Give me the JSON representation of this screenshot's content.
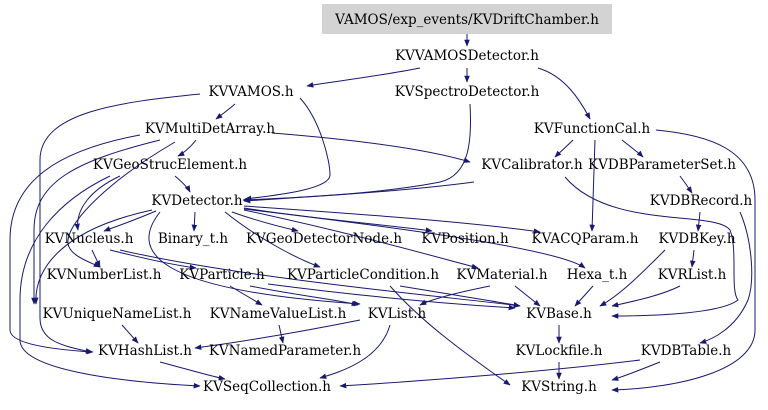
{
  "colors": {
    "root_fill": "#d3d3d3",
    "edge": "#191970",
    "text": "#000000",
    "background": "#ffffff"
  },
  "nodes": {
    "root": "VAMOS/exp_events/KVDriftChamber.h",
    "vamos_detector": "KVVAMOSDetector.h",
    "vvamos": "KVVAMOS.h",
    "spectro": "KVSpectroDetector.h",
    "multidet": "KVMultiDetArray.h",
    "functioncal": "KVFunctionCal.h",
    "geostruc": "KVGeoStrucElement.h",
    "calibrator": "KVCalibrator.h",
    "dbparamset": "KVDBParameterSet.h",
    "detector": "KVDetector.h",
    "dbrecord": "KVDBRecord.h",
    "nucleus": "KVNucleus.h",
    "binary": "Binary_t.h",
    "geodetnode": "KVGeoDetectorNode.h",
    "position": "KVPosition.h",
    "acqparam": "KVACQParam.h",
    "dbkey": "KVDBKey.h",
    "numberlist": "KVNumberList.h",
    "particle": "KVParticle.h",
    "particlecond": "KVParticleCondition.h",
    "material": "KVMaterial.h",
    "hexa": "Hexa_t.h",
    "rlist": "KVRList.h",
    "uniquenamelist": "KVUniqueNameList.h",
    "namevaluelist": "KVNameValueList.h",
    "list": "KVList.h",
    "base": "KVBase.h",
    "hashlist": "KVHashList.h",
    "namedparam": "KVNamedParameter.h",
    "lockfile": "KVLockfile.h",
    "dbtable": "KVDBTable.h",
    "seqcollection": "KVSeqCollection.h",
    "string": "KVString.h"
  }
}
